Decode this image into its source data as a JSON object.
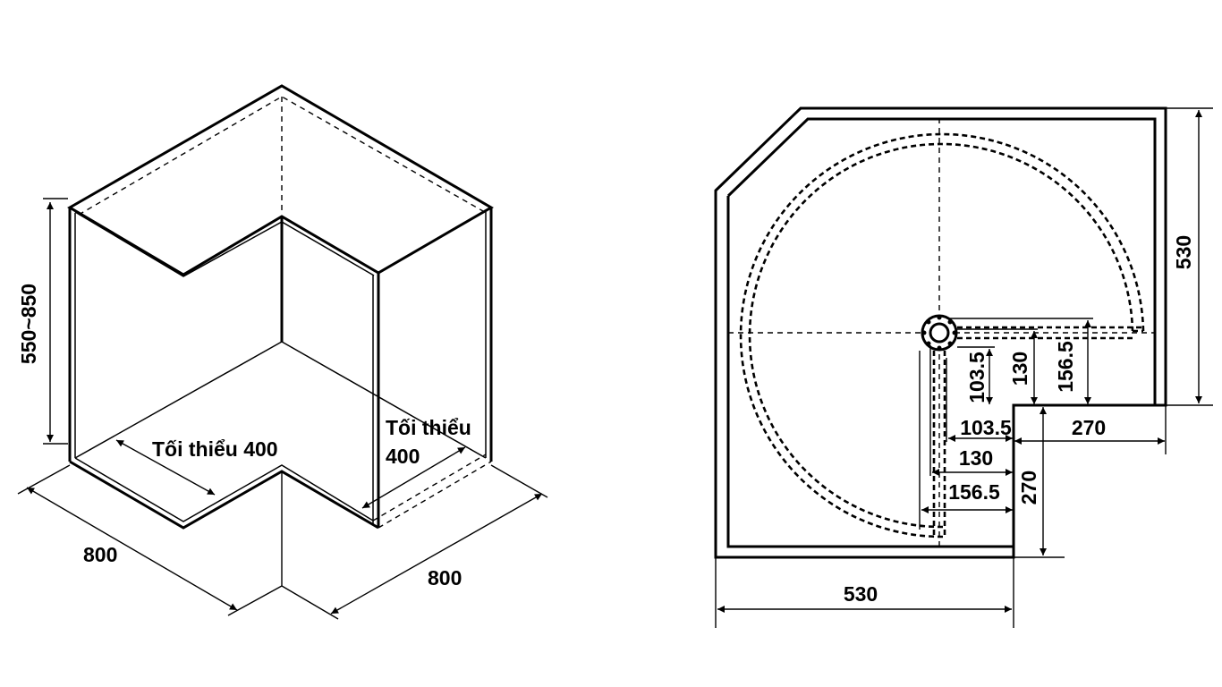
{
  "isometric_view": {
    "height_label": "550~850",
    "min_width_left_label": "Tối thiểu 400",
    "min_width_right_label_line1": "Tối thiểu",
    "min_width_right_label_line2": "400",
    "width_left_label": "800",
    "width_right_label": "800"
  },
  "plan_view": {
    "height_total_label": "530",
    "width_total_label": "530",
    "dim_103_5_vertical": "103.5",
    "dim_130_vertical": "130",
    "dim_156_5_vertical": "156.5",
    "dim_103_5_horizontal": "103.5",
    "dim_130_horizontal": "130",
    "dim_156_5_horizontal": "156.5",
    "dim_270_horizontal": "270",
    "dim_270_vertical": "270"
  }
}
